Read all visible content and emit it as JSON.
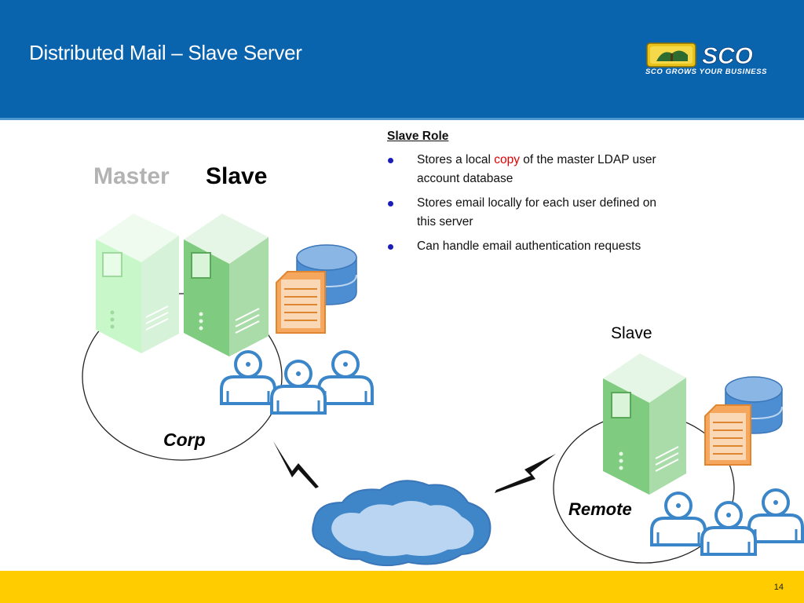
{
  "slide": {
    "title": "Distributed Mail – Slave Server",
    "page_number": "14"
  },
  "logo": {
    "wordmark": "SCO",
    "tagline": "SCO GROWS YOUR BUSINESS"
  },
  "diagram": {
    "master_label": "Master",
    "slave_label": "Slave",
    "corp_label": "Corp",
    "remote_slave_label": "Slave",
    "remote_label": "Remote"
  },
  "slave_role": {
    "heading": "Slave Role",
    "bullets": [
      {
        "pre": "Stores a local ",
        "highlight": "copy",
        "post": " of the master LDAP user account database"
      },
      {
        "text": "Stores email locally for each user defined on this server"
      },
      {
        "text": "Can handle email authentication requests"
      }
    ]
  },
  "colors": {
    "header_blue": "#0a63ad",
    "footer_yellow": "#ffcc00",
    "highlight_red": "#e00000",
    "bullet_blue": "#1c1cb8"
  }
}
